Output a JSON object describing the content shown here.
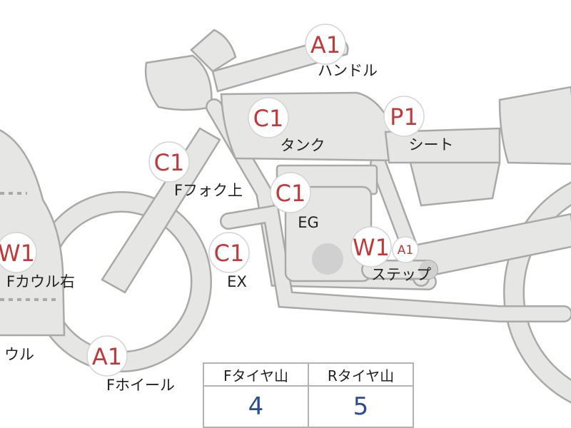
{
  "badges": [
    {
      "id": "handle",
      "code": "A1",
      "label": "ハンドル"
    },
    {
      "id": "tank",
      "code": "C1",
      "label": "タンク"
    },
    {
      "id": "seat",
      "code": "P1",
      "label": "シート"
    },
    {
      "id": "f-fork-upper",
      "code": "C1",
      "label": "Fフォク上"
    },
    {
      "id": "eg",
      "code": "C1",
      "label": "EG"
    },
    {
      "id": "f-cowl-right",
      "code": "W1",
      "label": "Fカウル右"
    },
    {
      "id": "ex",
      "code": "C1",
      "label": "EX"
    },
    {
      "id": "step",
      "code": "W1",
      "label": "ステップ"
    },
    {
      "id": "step-extra",
      "code": "A1",
      "label": ""
    },
    {
      "id": "cowl",
      "code": "",
      "label": "ウル"
    },
    {
      "id": "f-wheel",
      "code": "A1",
      "label": "Fホイール"
    }
  ],
  "tire_table": {
    "headers": [
      "Fタイヤ山",
      "Rタイヤ山"
    ],
    "values": [
      "4",
      "5"
    ]
  },
  "colors": {
    "part_fill": "#e6e6e4",
    "part_stroke": "#a9a9a7",
    "badge_text": "#c0393b",
    "value_text": "#2a4d8f"
  }
}
